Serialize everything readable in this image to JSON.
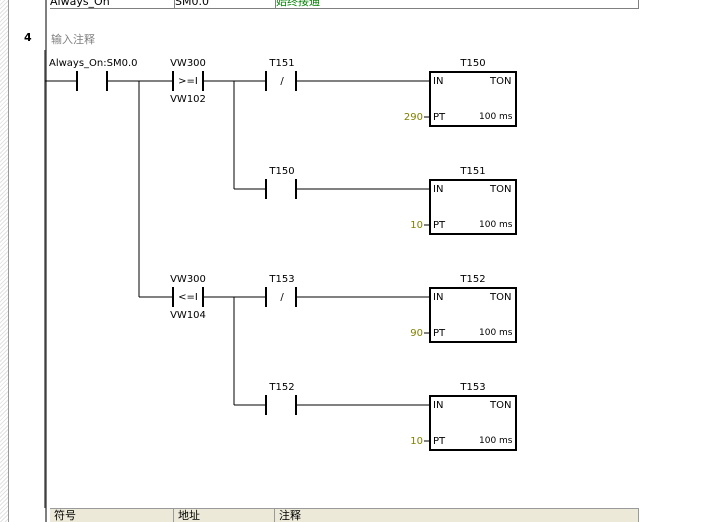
{
  "prev_table": {
    "symbol": "Always_On",
    "address": "SM0.0",
    "comment": "始终接通"
  },
  "network": {
    "number": "4",
    "comment": "输入注释",
    "power_contact": "Always_On:SM0.0",
    "compare_top": {
      "in1": "VW300",
      "op": ">=I",
      "in2": "VW102"
    },
    "compare_bottom": {
      "in1": "VW300",
      "op": "<=I",
      "in2": "VW104"
    },
    "contacts": [
      "T151",
      "T150",
      "T153",
      "T152"
    ],
    "timers": [
      {
        "name": "T150",
        "type": "TON",
        "in": "IN",
        "pt_label": "PT",
        "pt": "290",
        "base": "100 ms"
      },
      {
        "name": "T151",
        "type": "TON",
        "in": "IN",
        "pt_label": "PT",
        "pt": "10",
        "base": "100 ms"
      },
      {
        "name": "T152",
        "type": "TON",
        "in": "IN",
        "pt_label": "PT",
        "pt": "90",
        "base": "100 ms"
      },
      {
        "name": "T153",
        "type": "TON",
        "in": "IN",
        "pt_label": "PT",
        "pt": "10",
        "base": "100 ms"
      }
    ],
    "nc_symbol": "/"
  },
  "symbol_table": {
    "symbol_header": "符号",
    "address_header": "地址",
    "comment_header": "注释"
  }
}
